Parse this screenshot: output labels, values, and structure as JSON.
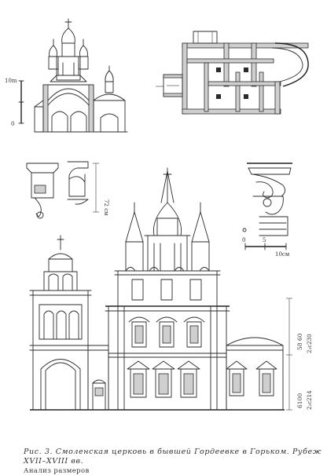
{
  "scale_top": {
    "label_10": "10m",
    "label_0": "0"
  },
  "scale_detail": {
    "label_0": "0",
    "label_5": "5",
    "label_10": "10см"
  },
  "dimension_72": "72 см",
  "dimension_upper": {
    "line1": "58 60",
    "line2": "2₂c230"
  },
  "dimension_lower": {
    "line1": "6100",
    "line2": "2₂c214"
  },
  "caption": "Рис. 3. Смоленская церковь в бывшей Гордеевке в Горьком. Рубеж XVII–XVIII вв.",
  "subcaption": "Анализ размеров"
}
